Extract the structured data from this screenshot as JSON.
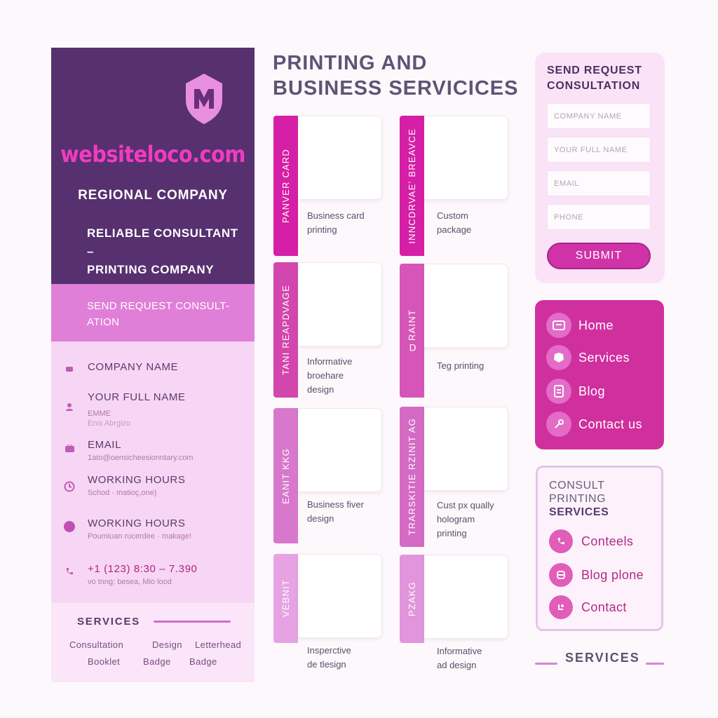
{
  "brand": {
    "logo_letter": "M",
    "domain": "websiteloco.com",
    "regional": "REGIONAL COMPANY",
    "tagline_line1": "RELIABLE CONSULTANT –",
    "tagline_line2": "PRINTING COMPANY",
    "accent": "#f03cbf",
    "dark": "#57306f"
  },
  "left_band": {
    "line1": "SEND REQUEST CONSULT-",
    "line2": "ATION"
  },
  "left_info": [
    {
      "label": "COMPANY NAME",
      "sub": ""
    },
    {
      "label": "YOUR FULL NAME",
      "sub": "EMME",
      "sub2": "Enis Abrgizo"
    },
    {
      "label": "EMAIL",
      "sub": "1ato@oensicheesionntary.com"
    },
    {
      "label": "WORKING HOURS",
      "sub": "Schod · matioç,one)"
    },
    {
      "label": "WORKING HOURS",
      "sub": "Poumiuan rucerdee · makage!"
    },
    {
      "label": "+1 (123) 8:30 – 7.390",
      "sub": "vo tnng: besea, Mio lood"
    }
  ],
  "left_services": {
    "title": "SERVICES",
    "items": [
      "Consultation",
      "Design",
      "Letterhead",
      "Booklet",
      "Badge",
      "Badge"
    ]
  },
  "main_title": {
    "line1": "PRINTING AND",
    "line2": "BUSINESS SERVICICES"
  },
  "cards": [
    {
      "strip": "PANVER CARD",
      "desc1": "Business card",
      "desc2": "printing",
      "desc3": "",
      "color": "#d51fa6"
    },
    {
      "strip": "INNCDRVAEʼ BREAVCE",
      "desc1": "Custom",
      "desc2": "package",
      "desc3": "",
      "color": "#d51fa6"
    },
    {
      "strip": "TANI REAPDVAGE",
      "desc1": "Informative",
      "desc2": "broehare",
      "desc3": "design",
      "color": "#d246ad"
    },
    {
      "strip": "ᗡRAINT",
      "desc1": "Teg printing",
      "desc2": "",
      "desc3": "",
      "color": "#d555b8"
    },
    {
      "strip": "EANIT KKG",
      "desc1": "Business fiver",
      "desc2": "design",
      "desc3": "",
      "color": "#d878cc"
    },
    {
      "strip": "TRARSKITIE RZINIT AG",
      "desc1": "Cust px qually",
      "desc2": "hologram",
      "desc3": "printing",
      "color": "#d46ac4"
    },
    {
      "strip": "VEBNIT",
      "desc1": "Insperctive",
      "desc2": "de tlesign",
      "desc3": "",
      "color": "#e6a3e3"
    },
    {
      "strip": "PZAKG",
      "desc1": "Informative",
      "desc2": "ad design",
      "desc3": "",
      "color": "#e195dc"
    }
  ],
  "form": {
    "title1": "SEND REQUEST",
    "title2": "CONSULTATION",
    "company_placeholder": "COMPANY NAME",
    "name_placeholder": "YOUR FULL NAME",
    "email_placeholder": "EMAIL",
    "phone_placeholder": "PHONE",
    "submit": "SUBMIT"
  },
  "nav": [
    {
      "label": "Home",
      "icon": "home-icon"
    },
    {
      "label": "Services",
      "icon": "services-icon"
    },
    {
      "label": "Blog",
      "icon": "blog-icon"
    },
    {
      "label": "Contact us",
      "icon": "contact-icon"
    }
  ],
  "consult_box": {
    "title1": "CONSULT",
    "title2": "PRINTING",
    "title3": "SERVICES",
    "items": [
      {
        "label": "Conteels",
        "icon": "phone-icon"
      },
      {
        "label": "Blog plone",
        "icon": "chat-icon"
      },
      {
        "label": "Contact",
        "icon": "contact-icon"
      }
    ]
  },
  "right_services": {
    "title": "SERVICES"
  }
}
